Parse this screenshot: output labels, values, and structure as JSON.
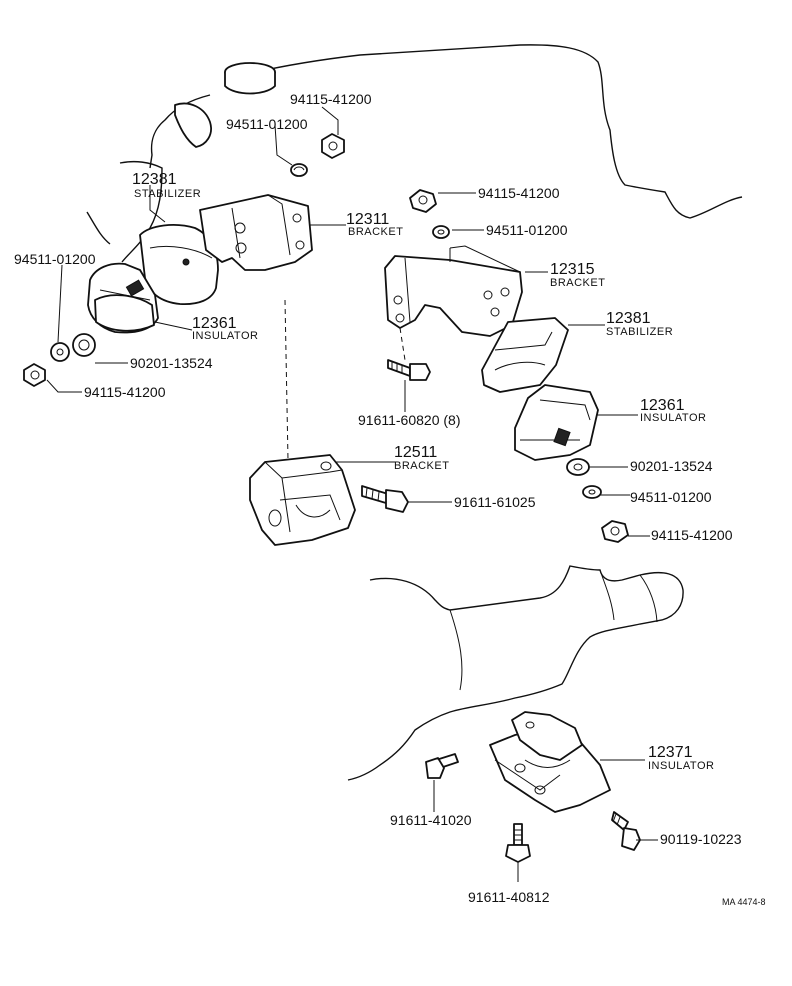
{
  "labels": {
    "stab_top_num": "12381",
    "stab_top_name": "STABILIZER",
    "bracket_top_num": "12311",
    "bracket_top_name": "BRACKET",
    "ins_left_num": "12361",
    "ins_left_name": "INSULATOR",
    "nut_top_num": "94115-41200",
    "washer_top_num": "94511-01200",
    "washer_left_num": "94511-01200",
    "washer2_left_num": "90201-13524",
    "nut_left_num": "94115-41200",
    "nut_right_top_num": "94115-41200",
    "washer_right_top_num": "94511-01200",
    "bracket_right_num": "12315",
    "bracket_right_name": "BRACKET",
    "stab_right_num": "12381",
    "stab_right_name": "STABILIZER",
    "bolt_mid_num": "91611-60820 (8)",
    "ins_right_num": "12361",
    "ins_right_name": "INSULATOR",
    "bracket_bottom_num": "12511",
    "bracket_bottom_name": "BRACKET",
    "washer_r2_num": "90201-13524",
    "bolt_b2_num": "91611-61025",
    "washer_r3_num": "94511-01200",
    "nut_right_bot_num": "94115-41200",
    "ins_rear_num": "12371",
    "ins_rear_name": "INSULATOR",
    "bolt_rear1_num": "91611-41020",
    "bolt_rear2_num": "90119-10223",
    "bolt_rear3_num": "91611-40812",
    "ref_code": "MA 4474-8"
  }
}
